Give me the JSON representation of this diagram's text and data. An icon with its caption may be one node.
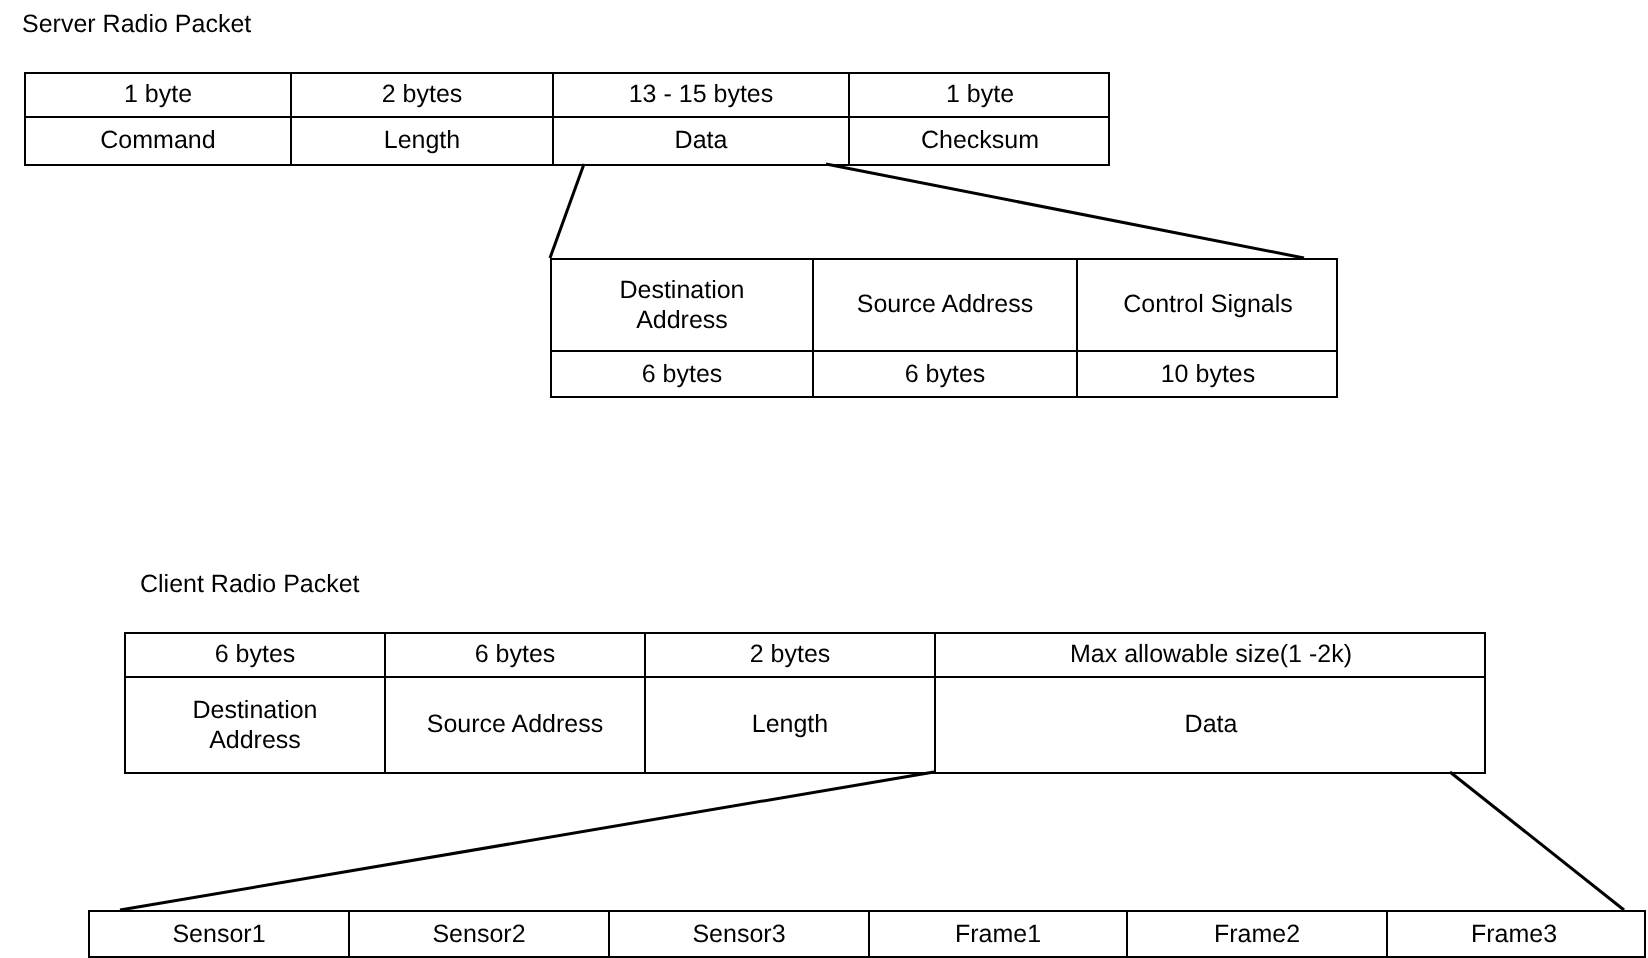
{
  "diagram": {
    "nodes": [
      {
        "text": [],
        "shape": "box"
      },
      {
        "text": [
          "1 byte",
          "Command"
        ],
        "in": 0
      },
      {
        "text": [
          "2 bytes",
          "Length"
        ],
        "in": 0
      },
      {
        "text": [
          "13 - 15 bytes",
          "Data"
        ],
        "in": 0
      },
      {
        "text": [
          "1 byte",
          "Checksum"
        ],
        "in": 0
      },
      {
        "text": [],
        "shape": "box"
      },
      {
        "text": [
          "Destination Address",
          "6 bytes"
        ],
        "in": 5
      },
      {
        "text": [
          "Source Address",
          "6 bytes"
        ],
        "in": 5
      },
      {
        "text": [
          "Control Signals",
          "10 bytes"
        ],
        "in": 5
      },
      {
        "text": [],
        "shape": "box"
      },
      {
        "text": [
          "6 bytes",
          "Destination Address"
        ],
        "in": 9
      },
      {
        "text": [
          "6 bytes",
          "Source Address"
        ],
        "in": 9
      },
      {
        "text": [
          "2 bytes",
          "Length"
        ],
        "in": 9
      },
      {
        "text": [
          "Max allowable size(1 -2k)",
          "Data"
        ],
        "in": 9
      },
      {
        "text": [],
        "shape": "box"
      },
      {
        "text": [
          "Sensor1"
        ],
        "in": 14
      },
      {
        "text": [
          "Sensor2"
        ],
        "in": 14
      },
      {
        "text": [
          "Sensor3"
        ],
        "in": 14
      },
      {
        "text": [
          "Frame1"
        ],
        "in": 14
      },
      {
        "text": [
          "Frame2"
        ],
        "in": 14
      },
      {
        "text": [
          "Frame3"
        ],
        "in": 14
      }
    ],
    "edges": [
      {
        "from": 3,
        "to": 5,
        "arrow": "none"
      },
      {
        "from": 3,
        "to": 5,
        "arrow": "none"
      },
      {
        "from": 13,
        "to": 14,
        "arrow": "none"
      },
      {
        "from": 13,
        "to": 14,
        "arrow": "none"
      }
    ],
    "labels": [
      "Server Radio Packet",
      "Client Radio Packet"
    ]
  }
}
